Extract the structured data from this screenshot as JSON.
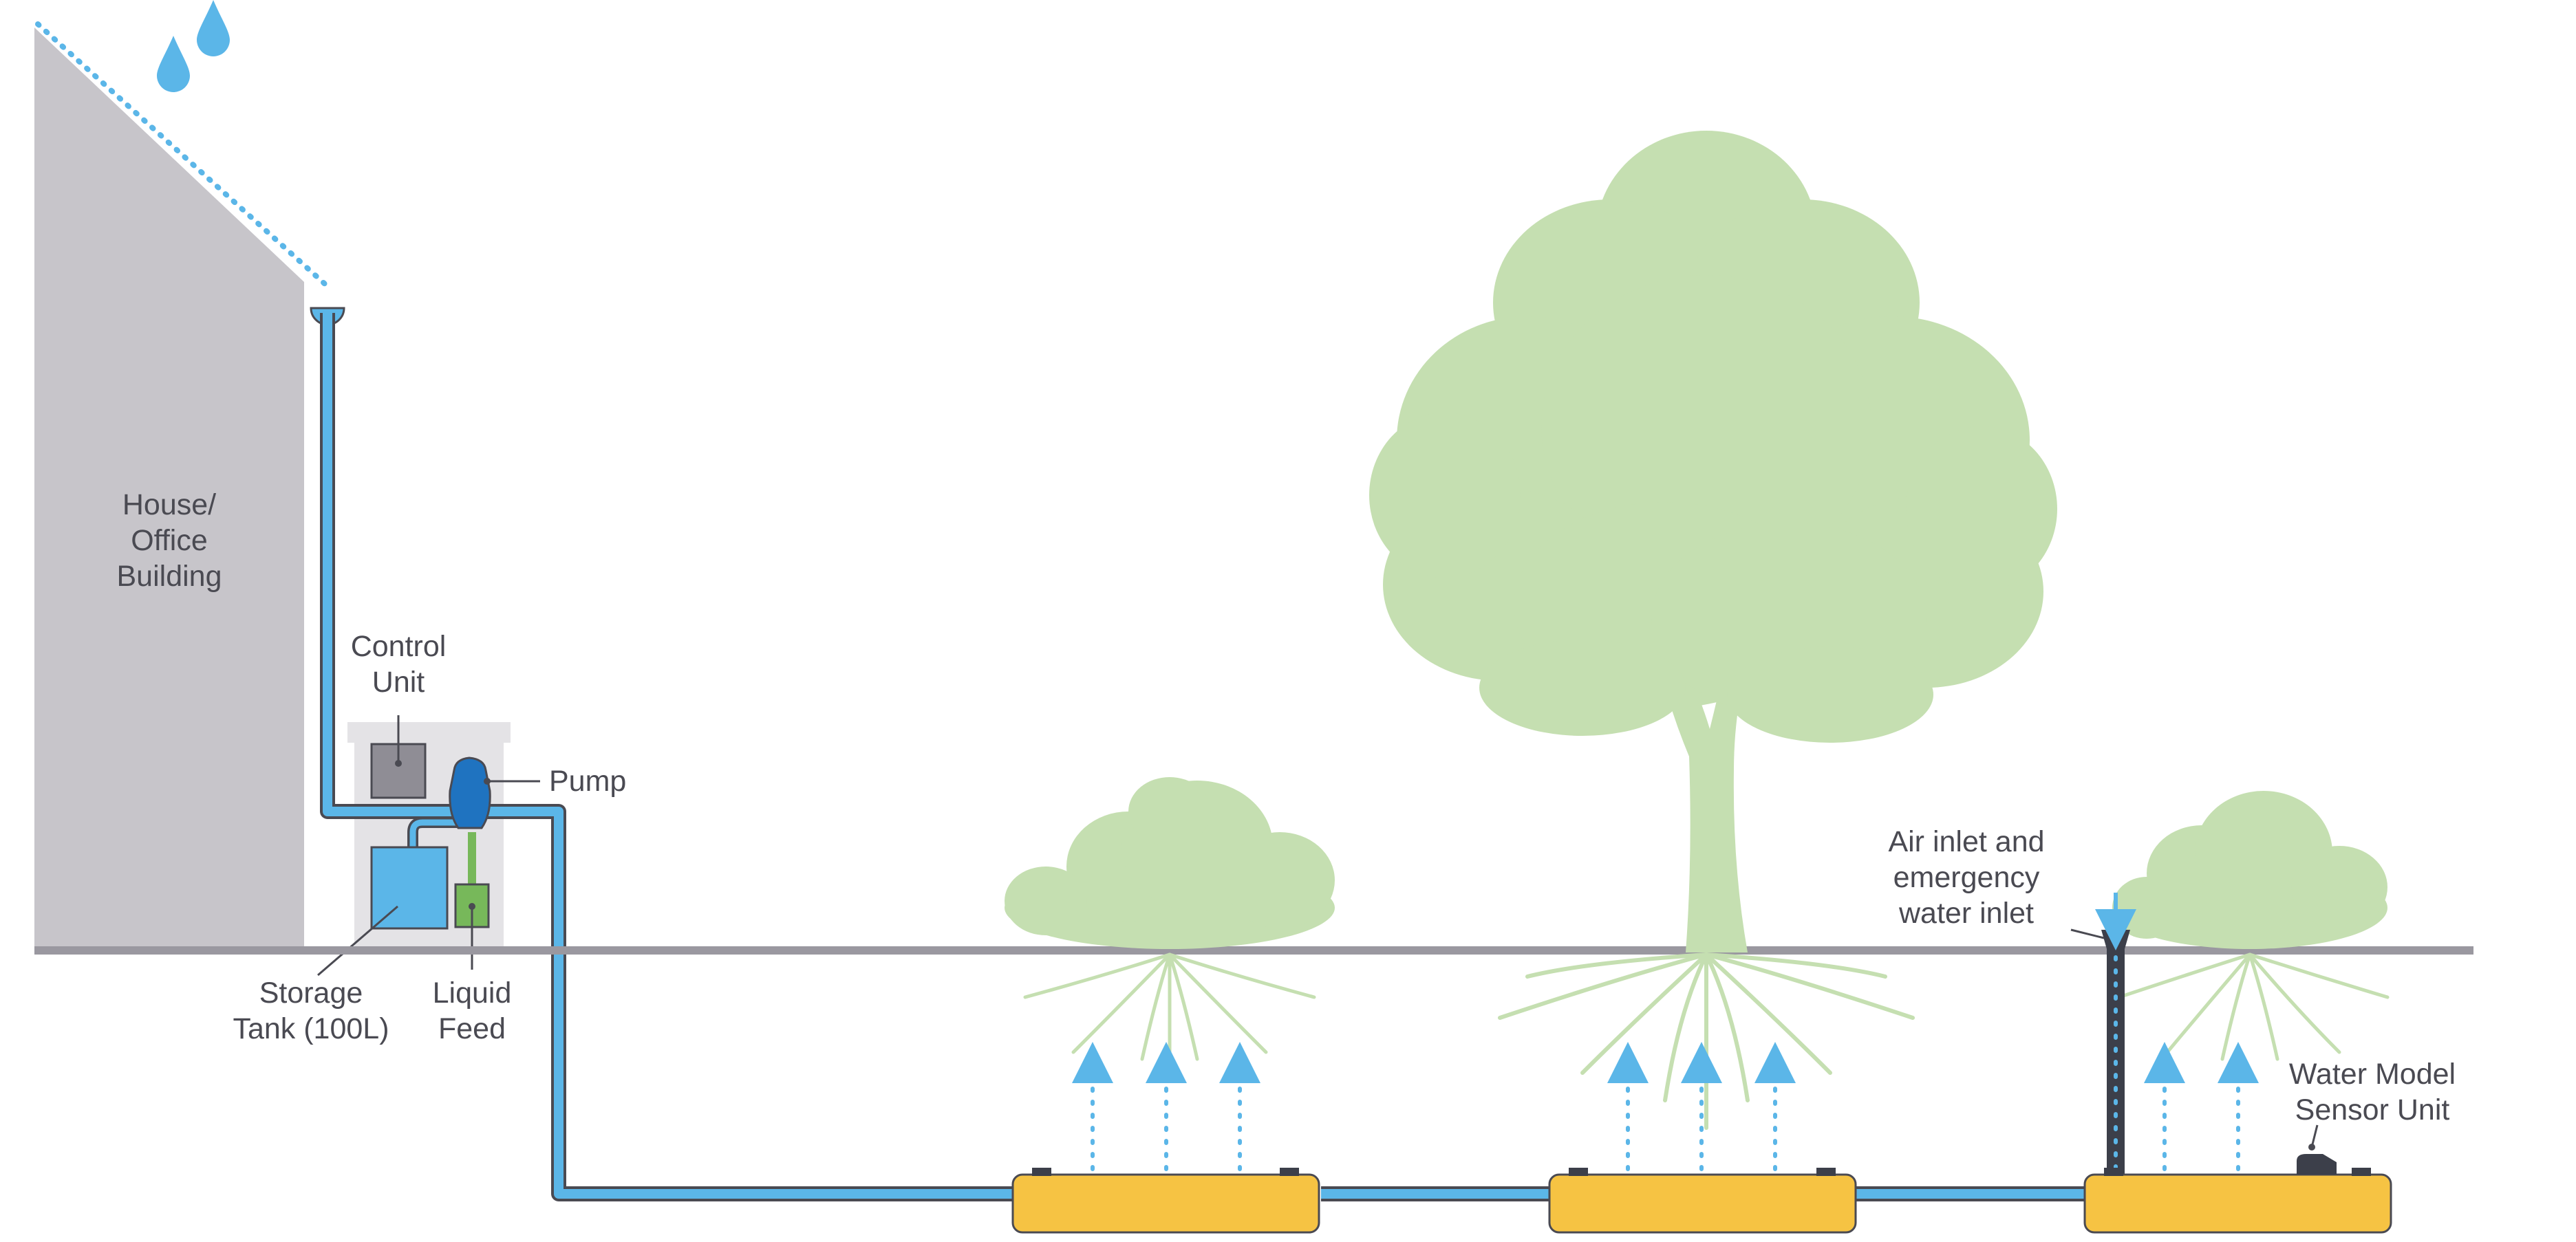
{
  "labels": {
    "building": [
      "House/",
      "Office",
      "Building"
    ],
    "control_unit": [
      "Control",
      "Unit"
    ],
    "pump": "Pump",
    "storage_tank": [
      "Storage",
      "Tank (100L)"
    ],
    "liquid_feed": [
      "Liquid",
      "Feed"
    ],
    "air_inlet": [
      "Air inlet and",
      "emergency",
      "water inlet"
    ],
    "sensor_unit": [
      "Water Model",
      "Sensor Unit"
    ]
  },
  "colors": {
    "water_pipe": "#5bb6e8",
    "pipe_outline": "#4a4a52",
    "building": "#c7c5ca",
    "ground": "#9a98a0",
    "foliage": "#c5dfb1",
    "tank": "#f6c343",
    "pump": "#1f73c0",
    "storage_tank": "#5bb6e8",
    "liquid_feed": "#77b85a",
    "control_unit": "#8f8d95",
    "rain": "#5bb6e8"
  },
  "icons": [
    "raindrop-icon",
    "tree-icon",
    "shrub-icon",
    "roots-icon",
    "irrigation-tank-icon",
    "sensor-icon"
  ]
}
